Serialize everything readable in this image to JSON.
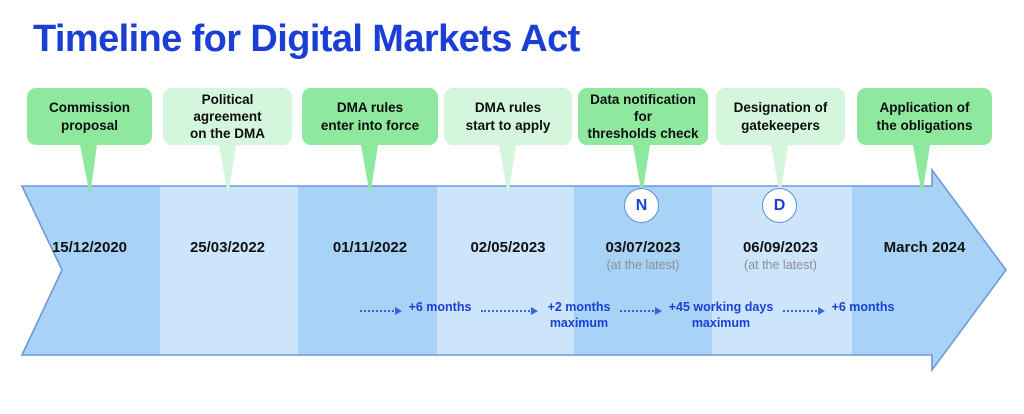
{
  "title": "Timeline for Digital Markets Act",
  "colors": {
    "title_blue": "#1b3fd4",
    "callout_dark_green": "#8ee99f",
    "callout_light_green": "#d3f6dc",
    "band_dark_blue": "#a9d2f7",
    "band_light_blue": "#cde5fb",
    "band_border": "#5b8fd6",
    "annotation_blue": "#1b3fd4",
    "sub_gray": "#8b8f96"
  },
  "milestones": [
    {
      "label": "Commission\nproposal",
      "label_line1": "Commission",
      "label_line2": "proposal",
      "date": "15/12/2020",
      "note": "",
      "marker": ""
    },
    {
      "label_line1": "Political agreement",
      "label_line2": "on the DMA",
      "date": "25/03/2022",
      "note": "",
      "marker": ""
    },
    {
      "label_line1": "DMA rules",
      "label_line2": "enter into force",
      "date": "01/11/2022",
      "note": "",
      "marker": ""
    },
    {
      "label_line1": "DMA rules",
      "label_line2": "start to apply",
      "date": "02/05/2023",
      "note": "",
      "marker": ""
    },
    {
      "label_line1": "Data notification for",
      "label_line2": "thresholds check",
      "date": "03/07/2023",
      "note": "(at the latest)",
      "marker": "N"
    },
    {
      "label_line1": "Designation of",
      "label_line2": "gatekeepers",
      "date": "06/09/2023",
      "note": "(at the latest)",
      "marker": "D"
    },
    {
      "label_line1": "Application of",
      "label_line2": "the obligations",
      "date": "March 2024",
      "note": "",
      "marker": ""
    }
  ],
  "durations": [
    {
      "line1": "+6 months",
      "line2": ""
    },
    {
      "line1": "+2 months",
      "line2": "maximum"
    },
    {
      "line1": "+45 working days",
      "line2": "maximum"
    },
    {
      "line1": "+6 months",
      "line2": ""
    }
  ]
}
